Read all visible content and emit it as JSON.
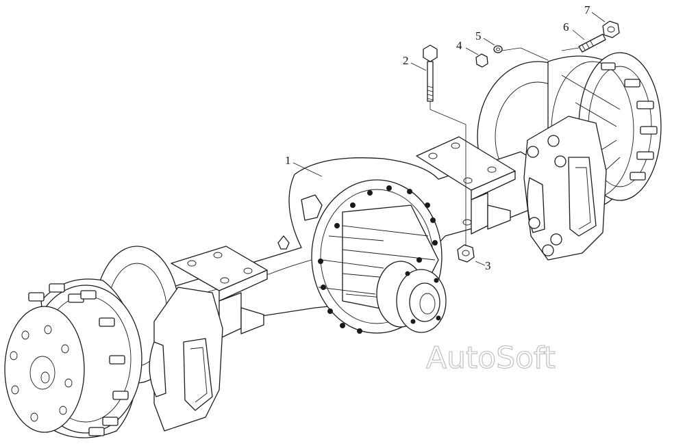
{
  "callouts": [
    {
      "label": "1"
    },
    {
      "label": "2"
    },
    {
      "label": "3"
    },
    {
      "label": "4"
    },
    {
      "label": "5"
    },
    {
      "label": "6"
    },
    {
      "label": "7"
    }
  ],
  "watermark": "AutoSoft",
  "colors": {
    "line": "#1a1a1a",
    "background": "#ffffff",
    "watermark_outline": "#b9b9b9"
  }
}
